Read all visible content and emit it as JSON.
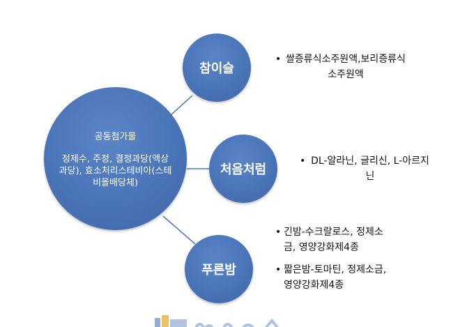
{
  "hub": {
    "title": "공동첨가물",
    "body": "정제수, 주정, 결정과당(액상과당), 효소처리스테비아(스테비올배당체)"
  },
  "nodes": [
    {
      "label": "참이슬",
      "bullets": [
        "쌀증류식소주원액,보리증류식소주원액"
      ]
    },
    {
      "label": "처음처럼",
      "bullets": [
        "DL-알라닌, 글리신, L-아르지닌"
      ]
    },
    {
      "label": "푸른밤",
      "bullets": [
        "긴밤-수크랄로스, 정제소금, 영양강화제4종",
        "짧은밤-토마틴, 정제소금, 영양강화제4종"
      ]
    }
  ],
  "colors": {
    "circle_fill": "#4a74b8",
    "connector": "#4a74b8",
    "text_on_circle": "#ffffff",
    "bullet_text": "#111111"
  }
}
